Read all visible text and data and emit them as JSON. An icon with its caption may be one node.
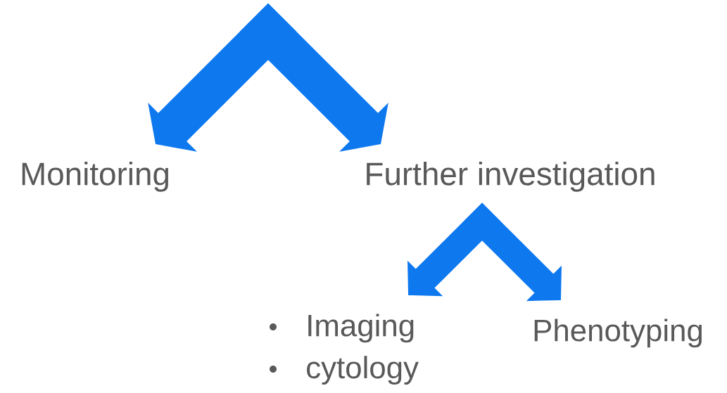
{
  "diagram": {
    "nodes": [
      {
        "text": [
          "Monitoring"
        ]
      },
      {
        "text": [
          "Further investigation"
        ]
      },
      {
        "text": [
          "Imaging",
          "cytology"
        ]
      },
      {
        "text": [
          "Phenotyping"
        ]
      }
    ],
    "edges": [
      {
        "from": null,
        "to": 0,
        "arrow": "to"
      },
      {
        "from": null,
        "to": 1,
        "arrow": "to"
      },
      {
        "from": 1,
        "to": 2,
        "arrow": "to"
      },
      {
        "from": 1,
        "to": 3,
        "arrow": "to"
      }
    ]
  }
}
